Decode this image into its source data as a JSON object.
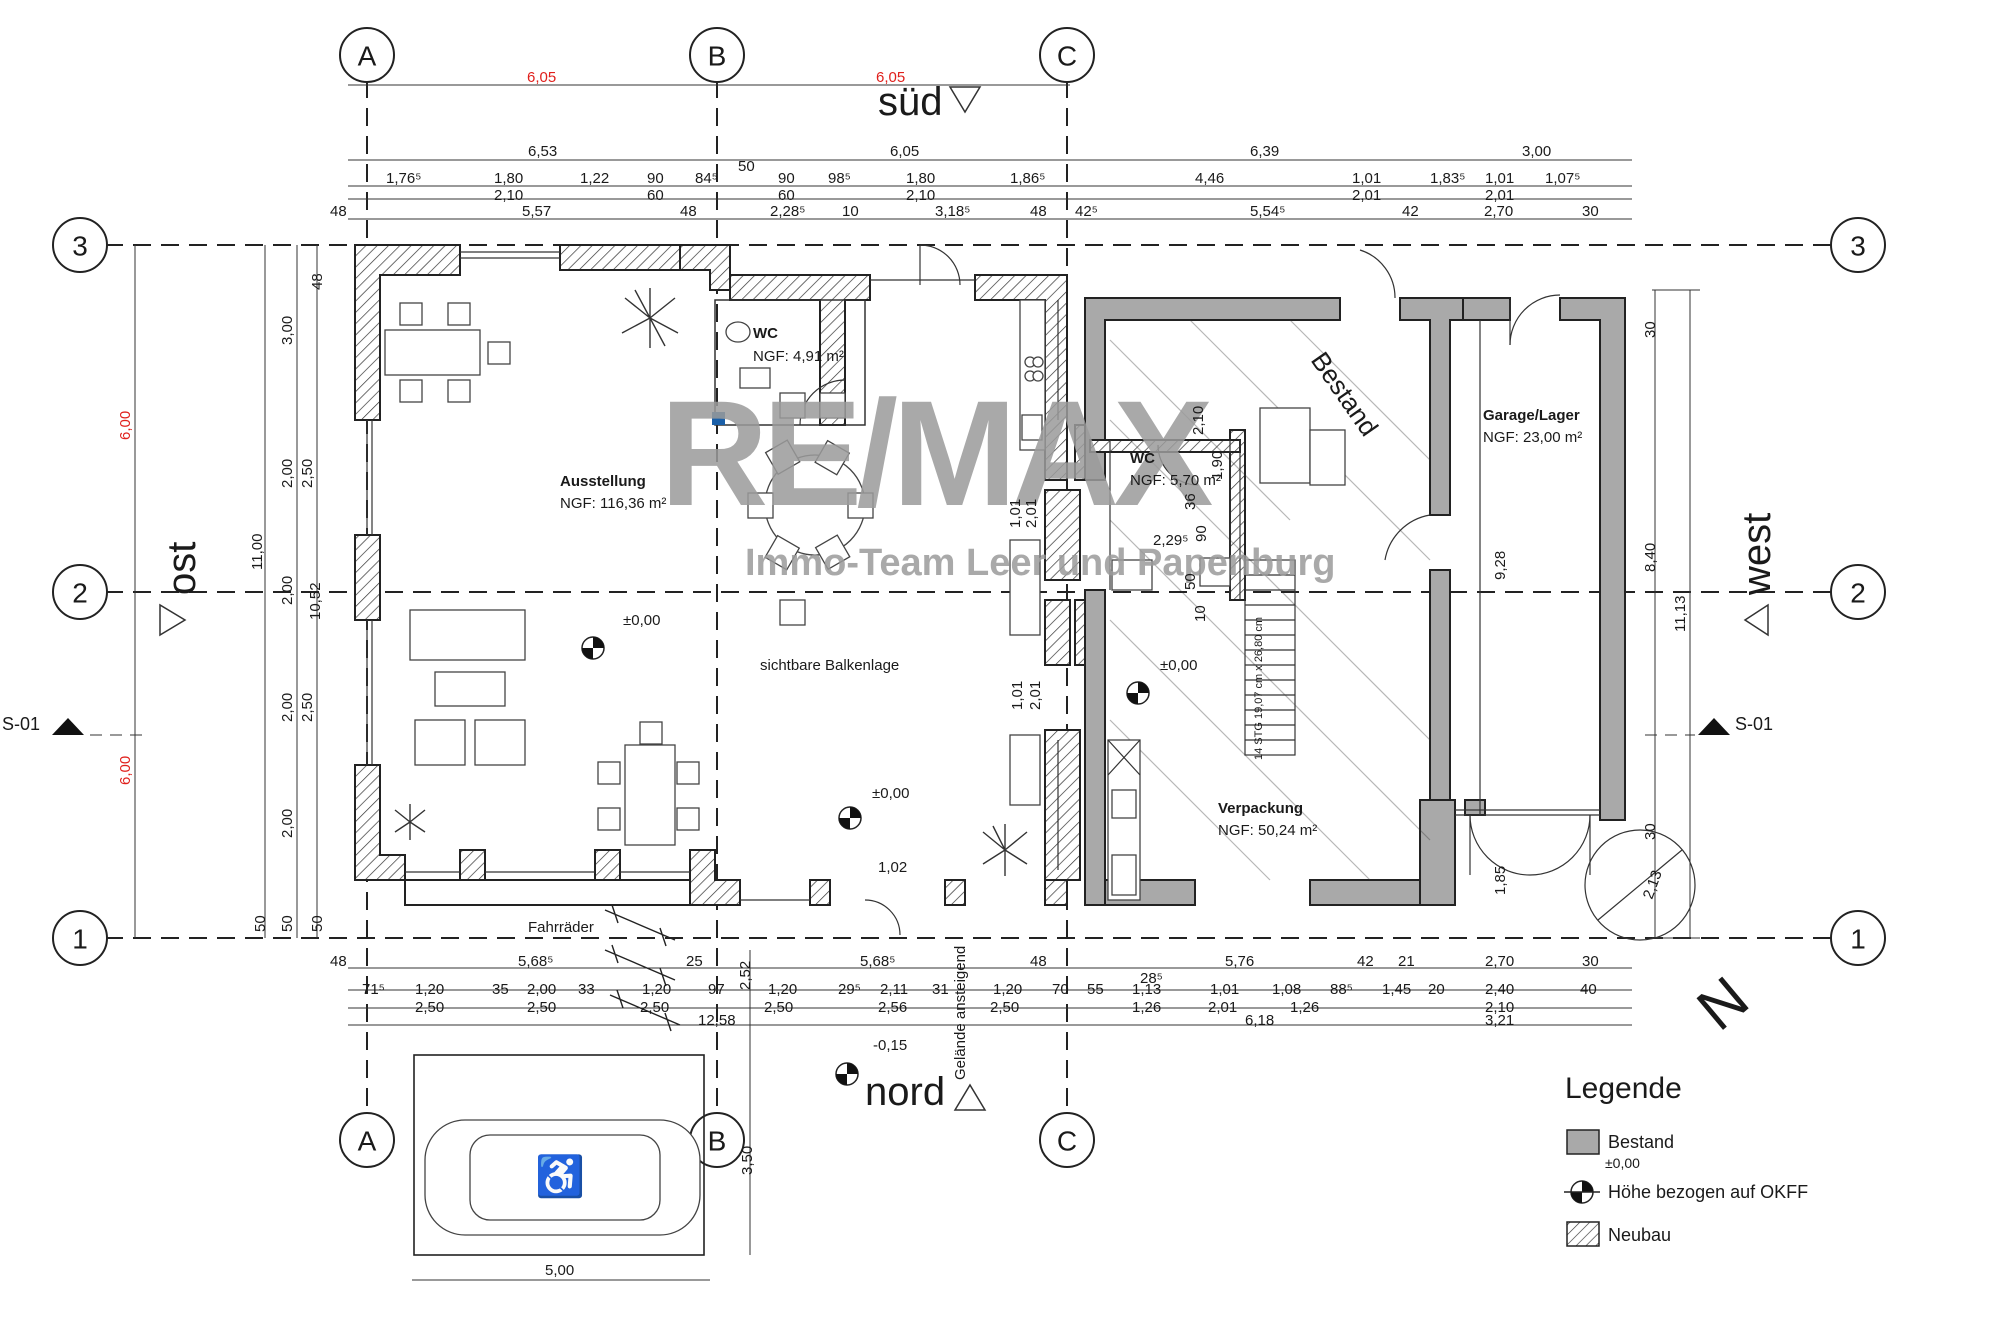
{
  "axes": {
    "columns": [
      "A",
      "B",
      "C"
    ],
    "rows": [
      "3",
      "2",
      "1"
    ]
  },
  "directions": {
    "north": "nord",
    "south": "süd",
    "east": "ost",
    "west": "west"
  },
  "section_marker": "S-01",
  "rooms": [
    {
      "name": "Ausstellung",
      "area": "NGF: 116,36 m²"
    },
    {
      "name": "WC",
      "area": "NGF: 4,91 m²"
    },
    {
      "name": "WC",
      "area": "NGF: 5,70 m²"
    },
    {
      "name": "Garage/Lager",
      "area": "NGF: 23,00 m²"
    },
    {
      "name": "Verpackung",
      "area": "NGF: 50,24 m²"
    }
  ],
  "notes": {
    "beams": "sichtbare Balkenlage",
    "bikes": "Fahrräder",
    "terrain": "Gelände ansteigend",
    "existing": "Bestand"
  },
  "levels": {
    "zero": "±0,00",
    "outside": "-0,15"
  },
  "dims_red": {
    "top_a": "6,05",
    "top_b": "6,05",
    "left_top": "6,00",
    "left_bottom": "6,00"
  },
  "dims_top": {
    "r1": [
      "6,53",
      "6,05",
      "6,39",
      "3,00"
    ],
    "r2": [
      "1,76⁵",
      "1,80",
      "1,22",
      "90",
      "84⁵",
      "50",
      "90",
      "98⁵",
      "1,80",
      "1,86⁵",
      "4,46",
      "1,01",
      "1,83⁵",
      "1,01",
      "1,07⁵"
    ],
    "r3": [
      "2,10",
      "60",
      "60",
      "2,10",
      "2,01",
      "2,01"
    ],
    "r4": [
      "48",
      "5,57",
      "48",
      "2,28⁵",
      "10",
      "3,18⁵",
      "48",
      "42⁵",
      "5,54⁵",
      "42",
      "2,70",
      "30"
    ]
  },
  "dims_bottom": {
    "r1": [
      "48",
      "5,68⁵",
      "25",
      "5,68⁵",
      "48",
      "28⁵",
      "5,76",
      "42",
      "21",
      "2,70",
      "30"
    ],
    "r2": [
      "71⁵",
      "1,20",
      "35",
      "2,00",
      "33",
      "1,20",
      "97",
      "1,20",
      "29⁵",
      "2,11",
      "31",
      "1,20",
      "70",
      "55",
      "1,13",
      "1,01",
      "1,08",
      "88⁵",
      "1,45",
      "20",
      "2,40",
      "40"
    ],
    "r3": [
      "2,50",
      "2,50",
      "2,50",
      "2,50",
      "2,56",
      "2,50",
      "1,26",
      "2,01",
      "1,26",
      "2,10"
    ],
    "r4": [
      "12,58",
      "6,18",
      "3,21"
    ],
    "misc": [
      "2,52",
      "1,02",
      "5,00",
      "3,50"
    ]
  },
  "dims_left": [
    "48",
    "3,00",
    "2,00",
    "2,50",
    "2,00",
    "2,00",
    "2,50",
    "2,00",
    "50",
    "50",
    "50",
    "11,00",
    "10,52"
  ],
  "dims_right": [
    "30",
    "9,28",
    "8,40",
    "11,13",
    "30",
    "1,85",
    "2,13"
  ],
  "dims_inner": [
    "1,01",
    "2,01",
    "1,01",
    "2,01",
    "2,29⁵",
    "36",
    "90",
    "2,10",
    "1,90",
    "50",
    "10"
  ],
  "stair_text": "14 STG 19,07 cm x 26,80 cm",
  "watermark": {
    "logo": "RE/MAX",
    "tagline": "Immo-Team Leer und Papenburg"
  },
  "legend": {
    "title": "Legende",
    "items": [
      {
        "label": "Bestand"
      },
      {
        "label": "Höhe bezogen auf OKFF",
        "level": "±0,00"
      },
      {
        "label": "Neubau"
      }
    ]
  }
}
